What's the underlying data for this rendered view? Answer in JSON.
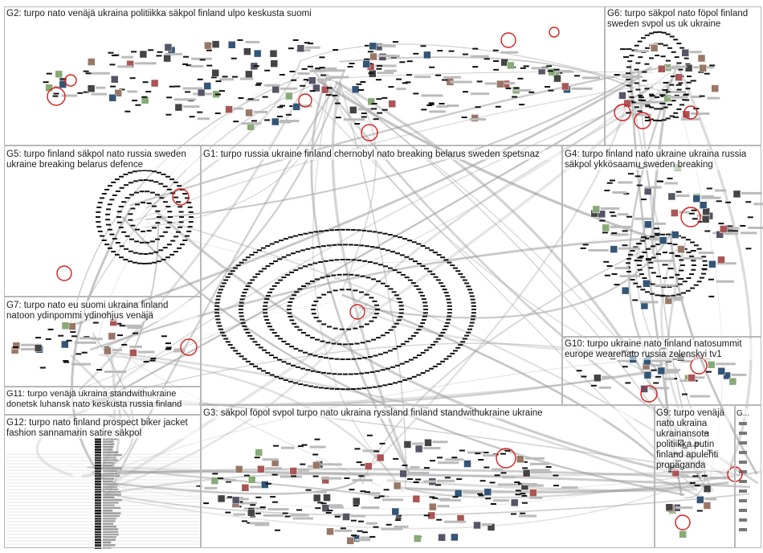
{
  "groups": [
    {
      "id": "G2",
      "label": "G2: turpo nato venäjä ukraina politiikka säkpol finland ulpo keskusta suomi"
    },
    {
      "id": "G6",
      "label": "G6: turpo säkpol nato föpol finland sweden svpol us uk ukraine"
    },
    {
      "id": "G5",
      "label": "G5: turpo finland säkpol nato russia sweden ukraine breaking belarus defence"
    },
    {
      "id": "G1",
      "label": "G1: turpo russia ukraine finland chernobyl nato breaking belarus sweden spetsnaz"
    },
    {
      "id": "G4",
      "label": "G4: turpo finland nato ukraine ukraina russia säkpol ykkösaamu sweden breaking"
    },
    {
      "id": "G7",
      "label": "G7: turpo nato eu suomi ukraina finland natoon ydinpommi ydinohjus venäjä"
    },
    {
      "id": "G10",
      "label": "G10: turpo ukraine nato finland natosummit europe wearenato russia zelenskyi tv1"
    },
    {
      "id": "G11",
      "label": "G11: turpo venäjä ukraina standwithukraine donetsk luhansk nato keskusta russia finland"
    },
    {
      "id": "G12",
      "label": "G12: turpo nato finland prospect biker jacket fashion sannamarin satire säkpol"
    },
    {
      "id": "G3",
      "label": "G3: säkpol föpol svpol turpo nato ukraina ryssland finland standwithukraine ukraine"
    },
    {
      "id": "G9",
      "label": "G9: turpo venäjä nato ukraina ukrainansota politiikka putin finland apulehti propaganda"
    },
    {
      "id": "G8",
      "label": "G..."
    }
  ],
  "colors": {
    "edge": "#9a9a9a",
    "node": "#111111",
    "highlight": "#d42020",
    "box": "#b8b8b8"
  },
  "icons": [
    "node-marker",
    "avatar-thumbnail",
    "self-loop-circle"
  ]
}
